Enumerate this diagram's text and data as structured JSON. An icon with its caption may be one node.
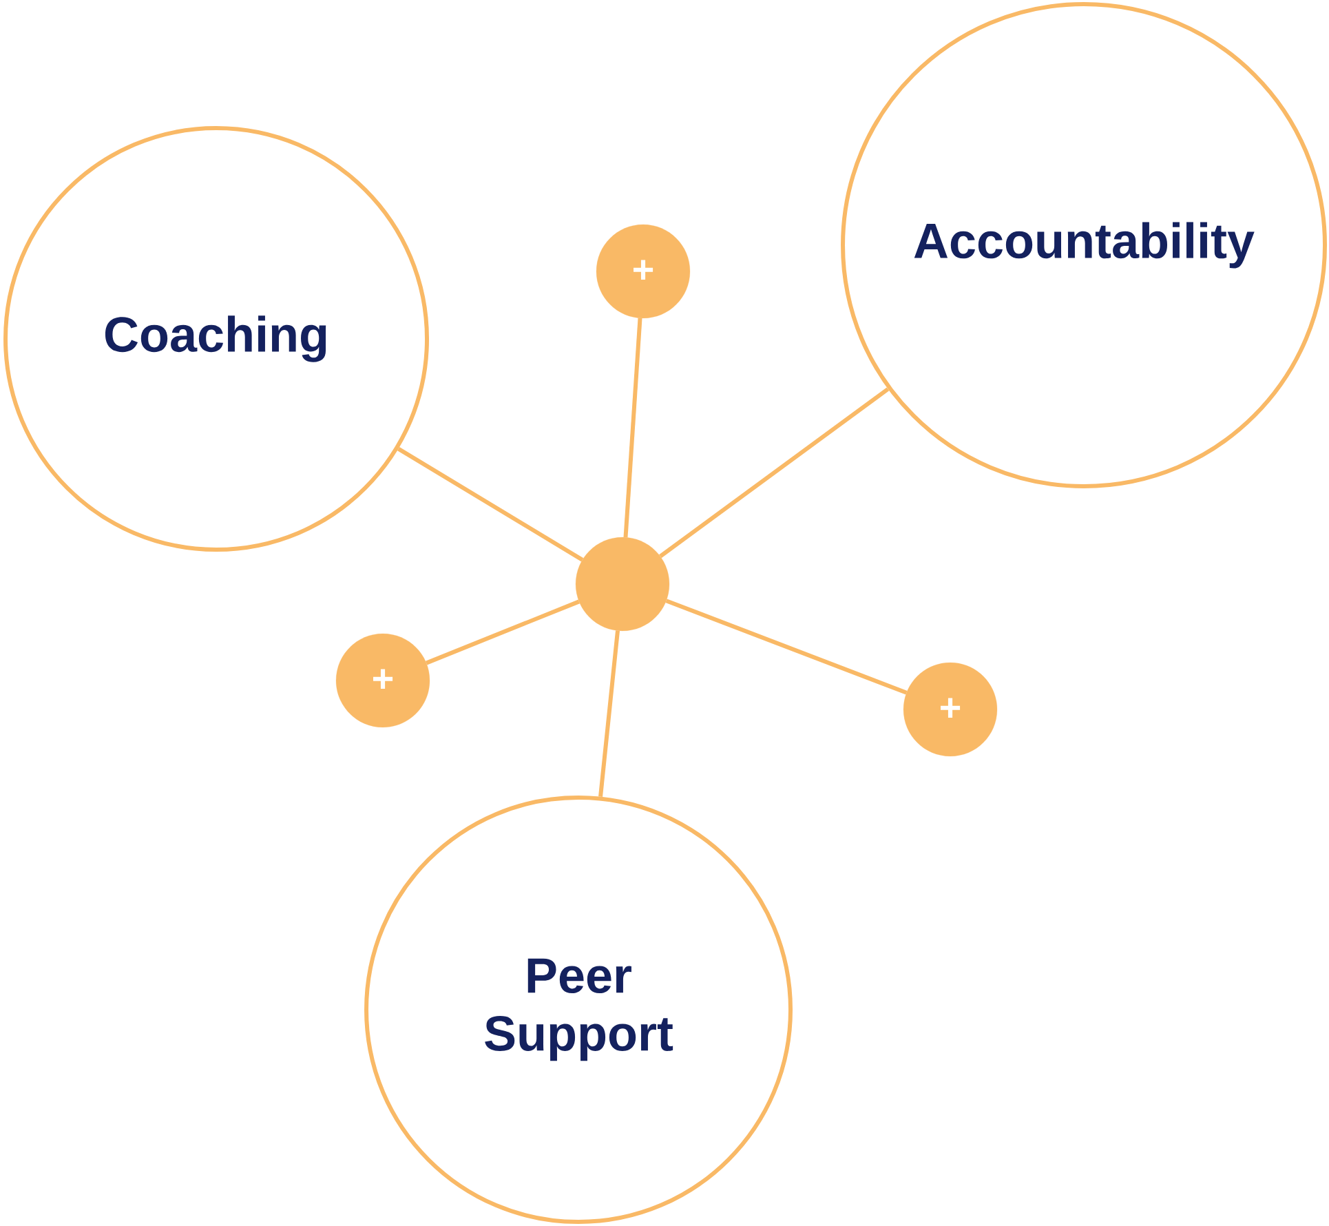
{
  "diagram": {
    "nodes": [
      {
        "text": [
          "Coaching"
        ]
      },
      {
        "text": [
          "Accountability"
        ]
      },
      {
        "text": [
          "Peer Support"
        ]
      },
      {
        "text": [],
        "shape": "circle"
      },
      {
        "text": [
          "+"
        ]
      },
      {
        "text": [
          "+"
        ]
      },
      {
        "text": [
          "+"
        ]
      }
    ],
    "edges": [
      {
        "from": 3,
        "to": 0,
        "arrow": "none"
      },
      {
        "from": 3,
        "to": 4,
        "arrow": "none"
      },
      {
        "from": 3,
        "to": 1,
        "arrow": "none"
      },
      {
        "from": 3,
        "to": 5,
        "arrow": "none"
      },
      {
        "from": 3,
        "to": 6,
        "arrow": "none"
      },
      {
        "from": 3,
        "to": 2,
        "arrow": "none"
      }
    ]
  }
}
